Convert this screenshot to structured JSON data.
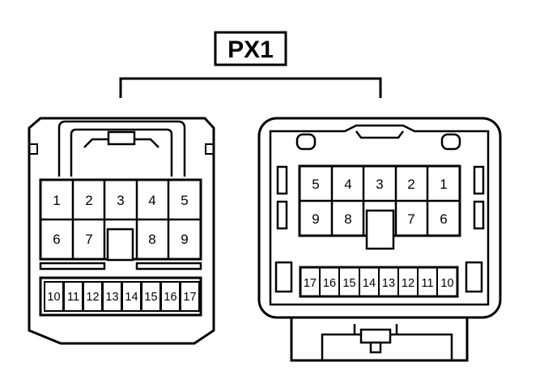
{
  "title": "PX1",
  "left_connector": {
    "upper_row": [
      "1",
      "2",
      "3",
      "4",
      "5"
    ],
    "middle_row": [
      "6",
      "7",
      "",
      "8",
      "9"
    ],
    "lower_row": [
      "10",
      "11",
      "12",
      "13",
      "14",
      "15",
      "16",
      "17"
    ]
  },
  "right_connector": {
    "upper_row": [
      "5",
      "4",
      "3",
      "2",
      "1"
    ],
    "middle_row": [
      "9",
      "8",
      "",
      "7",
      "6"
    ],
    "lower_row": [
      "17",
      "16",
      "15",
      "14",
      "13",
      "12",
      "11",
      "10"
    ]
  }
}
